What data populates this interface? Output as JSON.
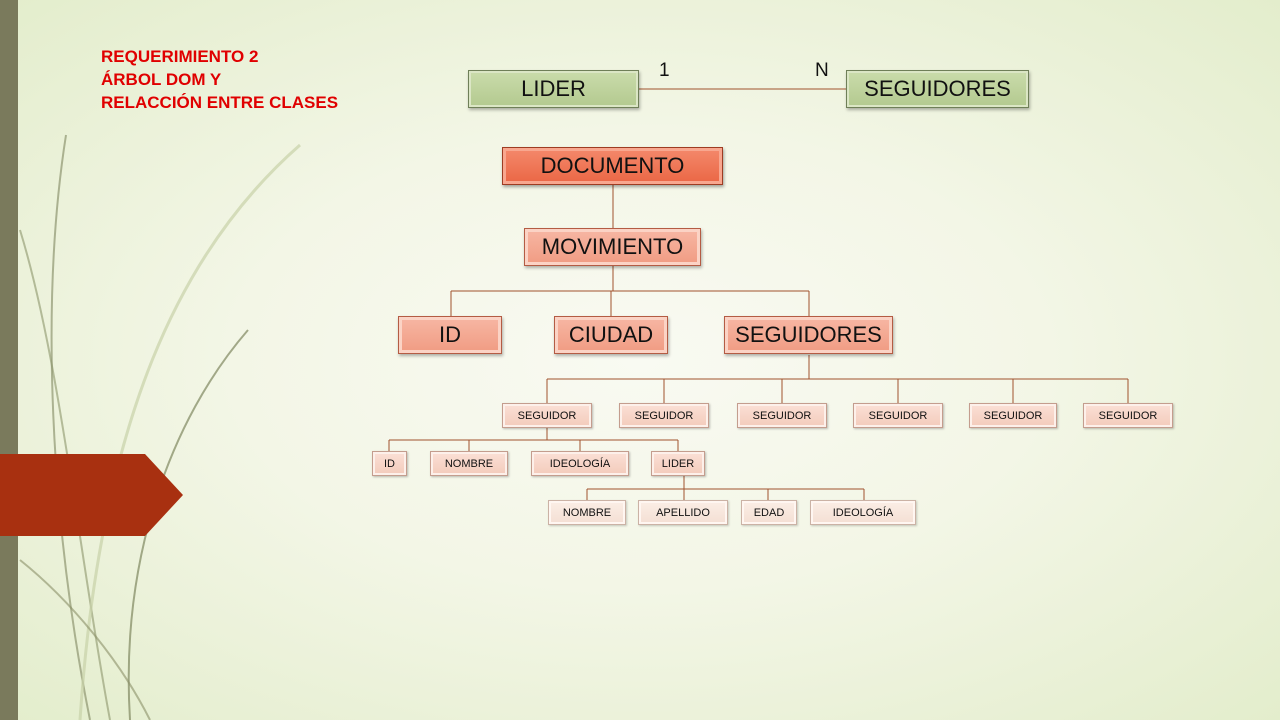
{
  "title": {
    "line1": "REQUERIMIENTO 2",
    "line2": "ÁRBOL DOM Y",
    "line3": "RELACCIÓN ENTRE CLASES"
  },
  "relation": {
    "left": "LIDER",
    "right": "SEGUIDORES",
    "left_cardinality": "1",
    "right_cardinality": "N"
  },
  "tree": {
    "root": "DOCUMENTO",
    "level1": "MOVIMIENTO",
    "level2": [
      "ID",
      "CIUDAD",
      "SEGUIDORES"
    ],
    "seguidores": [
      "SEGUIDOR",
      "SEGUIDOR",
      "SEGUIDOR",
      "SEGUIDOR",
      "SEGUIDOR",
      "SEGUIDOR"
    ],
    "seguidor_fields": [
      "ID",
      "NOMBRE",
      "IDEOLOGÍA",
      "LIDER"
    ],
    "lider_fields": [
      "NOMBRE",
      "APELLIDO",
      "EDAD",
      "IDEOLOGÍA"
    ]
  },
  "colors": {
    "title": "#e00000",
    "relation_box": "#bcd09b",
    "root_box": "#ef7555",
    "branch_box": "#f3a78f",
    "leaf_box": "#f7d6c9",
    "connector": "#a0522d",
    "side_tab": "#a83010"
  }
}
